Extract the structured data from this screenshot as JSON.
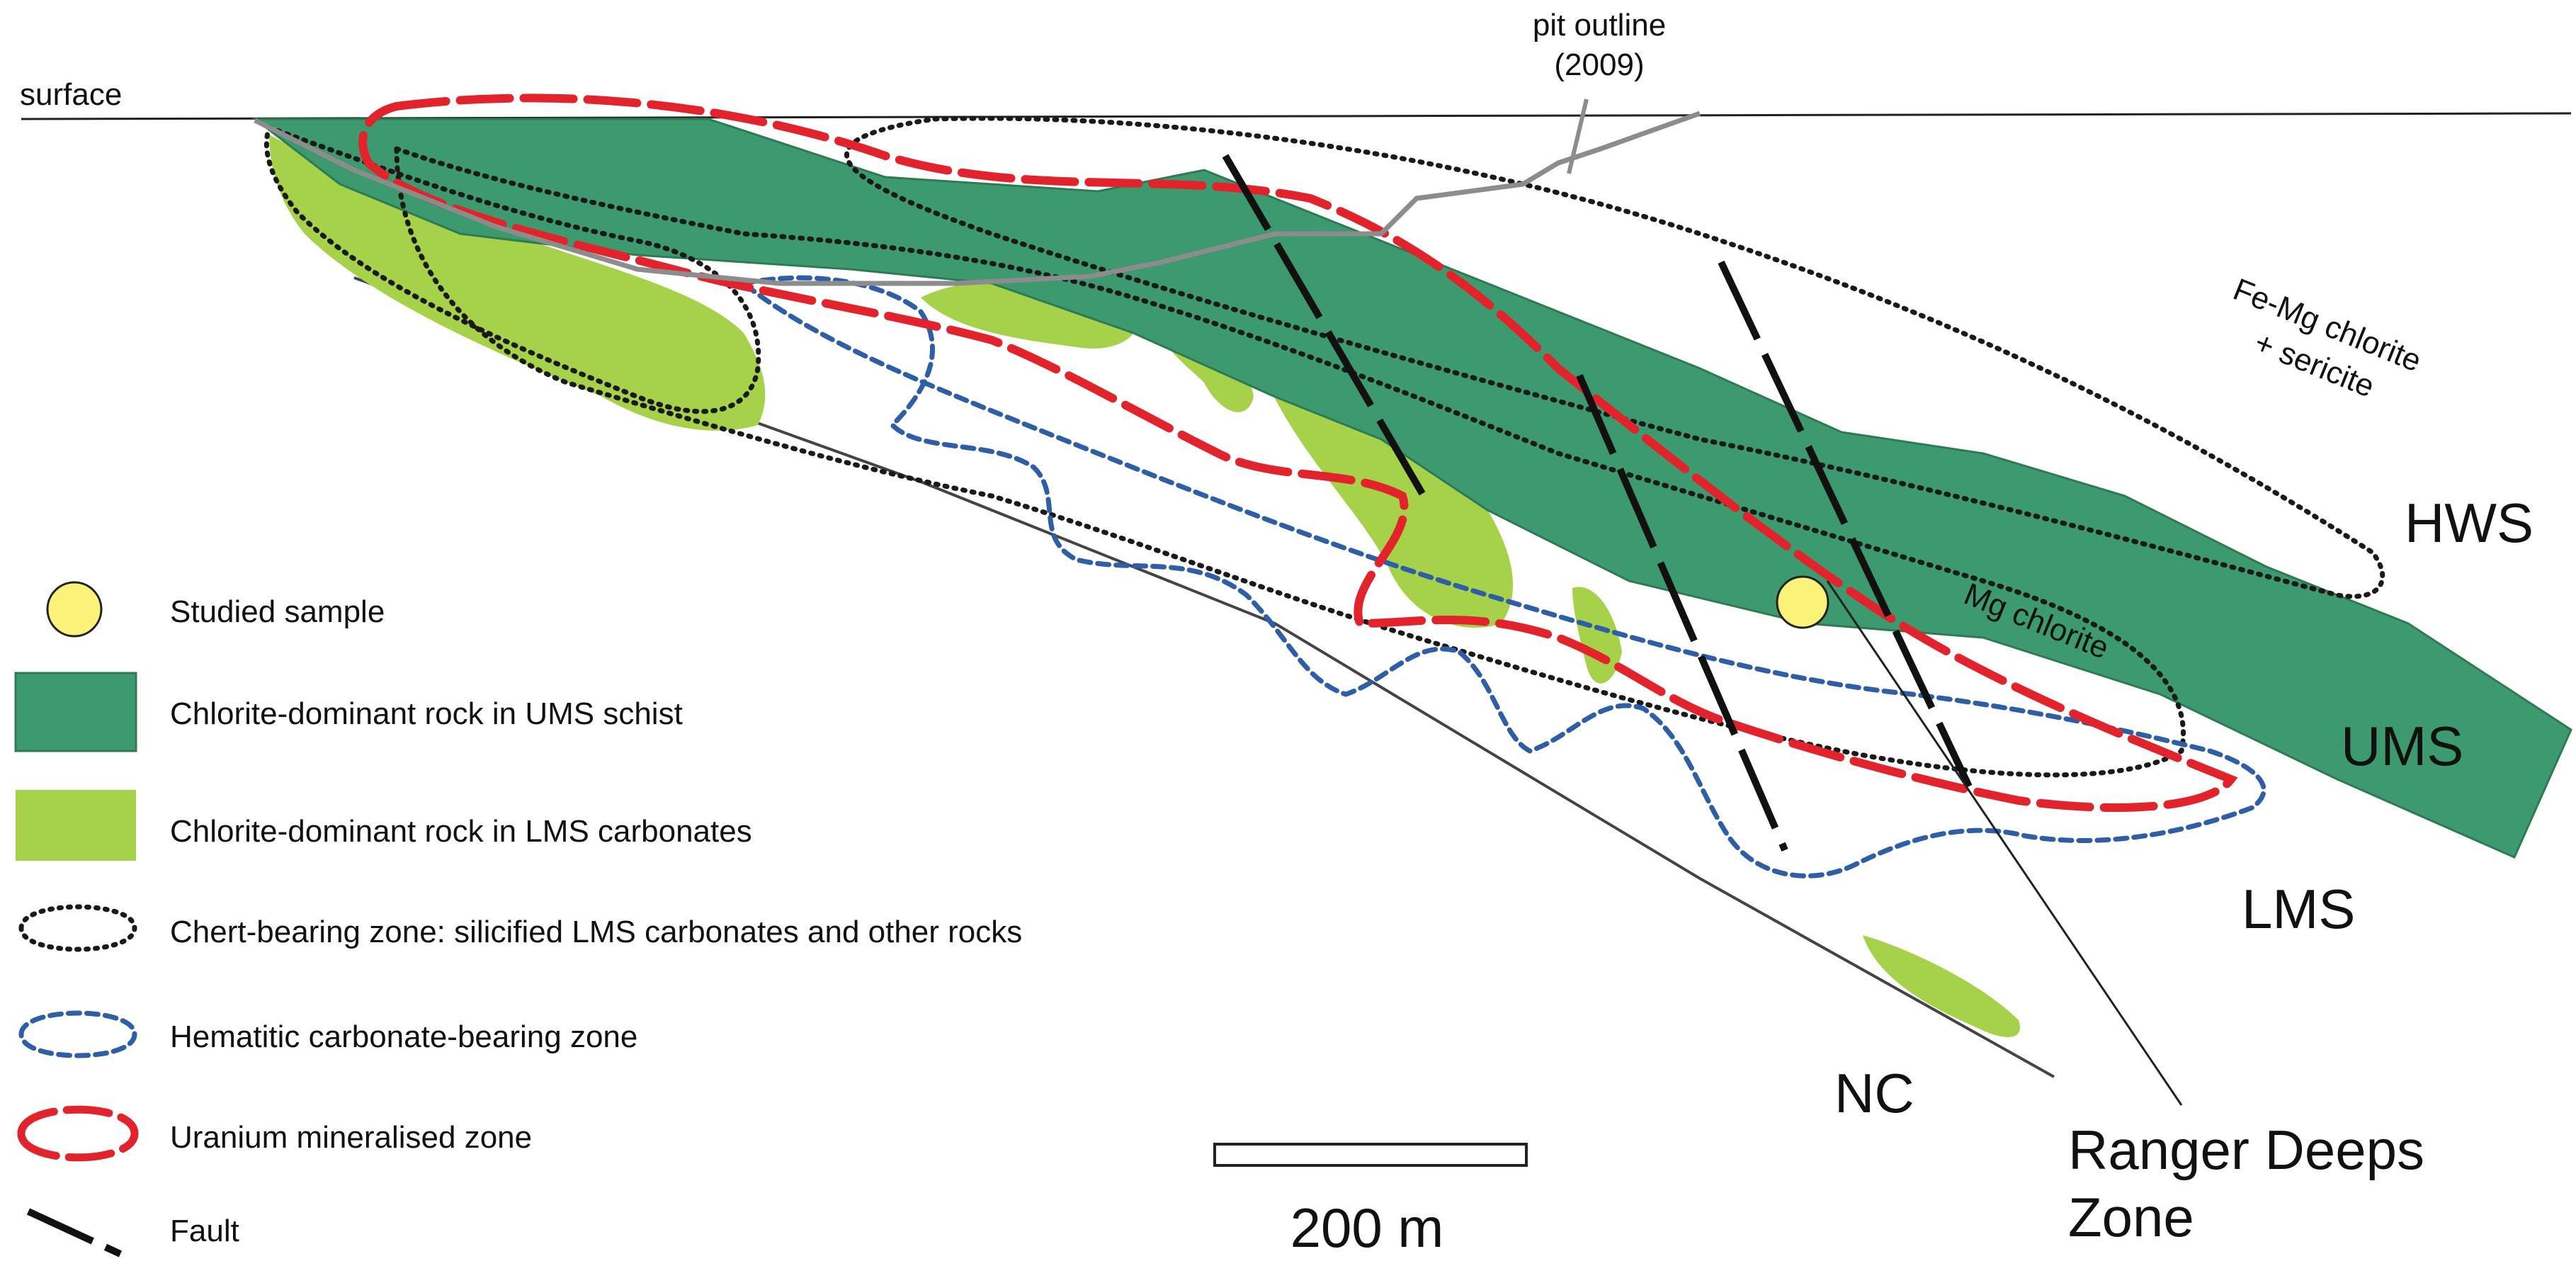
{
  "labels": {
    "surface": "surface",
    "pit_outline_line1": "pit outline",
    "pit_outline_line2": "(2009)",
    "fe_mg_line1": "Fe-Mg chlorite",
    "fe_mg_line2": "+ sericite",
    "mg_chlorite": "Mg chlorite",
    "hws": "HWS",
    "ums": "UMS",
    "lms": "LMS",
    "nc": "NC",
    "ranger_line1": "Ranger Deeps",
    "ranger_line2": "Zone"
  },
  "scale_bar": {
    "label": "200 m"
  },
  "legend": [
    {
      "key": "sample",
      "label": "Studied sample"
    },
    {
      "key": "ums_chlorite",
      "label": "Chlorite-dominant rock in UMS schist"
    },
    {
      "key": "lms_chlorite",
      "label": "Chlorite-dominant rock in LMS carbonates"
    },
    {
      "key": "chert",
      "label": "Chert-bearing zone: silicified LMS carbonates and other rocks"
    },
    {
      "key": "hematitic",
      "label": "Hematitic carbonate-bearing zone"
    },
    {
      "key": "uranium",
      "label": "Uranium mineralised zone"
    },
    {
      "key": "fault",
      "label": "Fault"
    }
  ],
  "colors": {
    "ums_chlorite": "#3d9a6e",
    "lms_chlorite": "#a6d24a",
    "sample": "#fbf27a",
    "chert": "#1a1a1a",
    "hematitic": "#2f5ea8",
    "uranium": "#e3232b",
    "fault": "#111111",
    "pit": "#8c8c8c"
  }
}
